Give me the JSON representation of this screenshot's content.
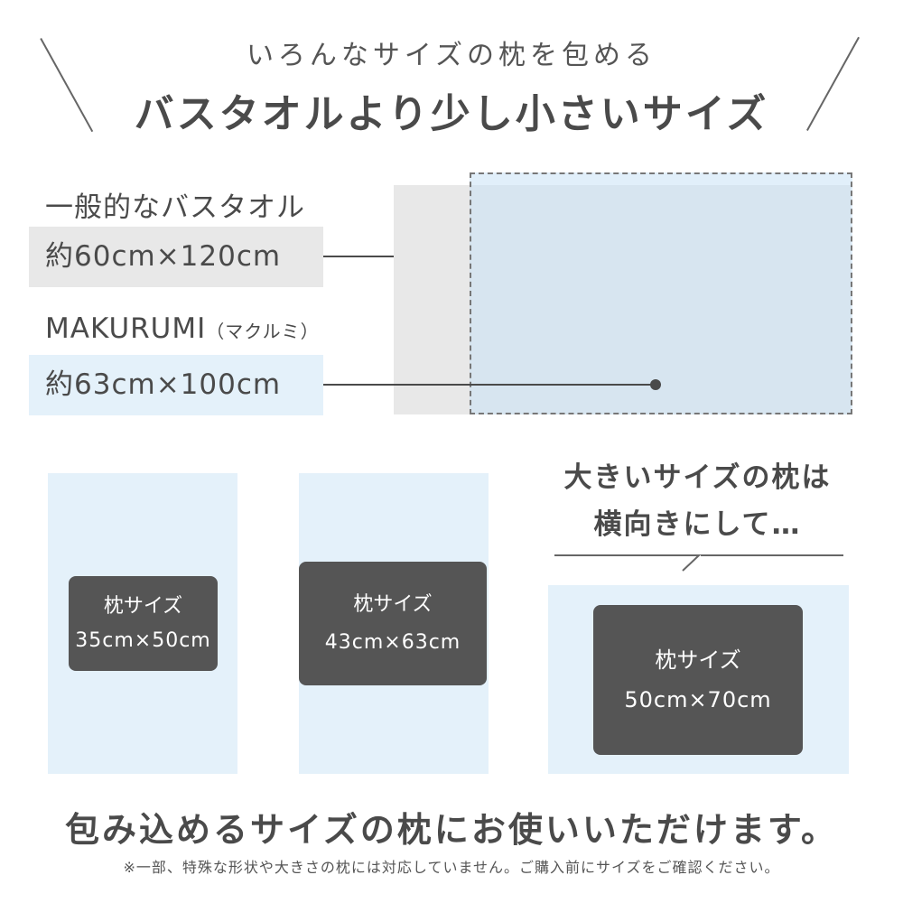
{
  "header": {
    "subtitle": "いろんなサイズの枕を包める",
    "title": "バスタオルより少し小さいサイズ"
  },
  "comparison": {
    "general_label": "一般的なバスタオル",
    "general_size": "約60cm×120cm",
    "makurumi_label": "MAKURUMI",
    "makurumi_label_sub": "（マクルミ）",
    "makurumi_size": "約63cm×100cm"
  },
  "pillows": [
    {
      "label": "枕サイズ",
      "size": "35cm×50cm"
    },
    {
      "label": "枕サイズ",
      "size": "43cm×63cm"
    },
    {
      "label": "枕サイズ",
      "size": "50cm×70cm"
    }
  ],
  "large_note": {
    "line1": "大きいサイズの枕は",
    "line2": "横向きにして…"
  },
  "footer": {
    "main": "包み込めるサイズの枕にお使いいただけます。",
    "note": "※一部、特殊な形状や大きさの枕には対応していません。ご購入前にサイズをご確認ください。"
  },
  "colors": {
    "dark": "#555555",
    "light_blue": "#e4f1fa",
    "light_gray": "#e8e8e8",
    "text": "#4a4a4a"
  }
}
